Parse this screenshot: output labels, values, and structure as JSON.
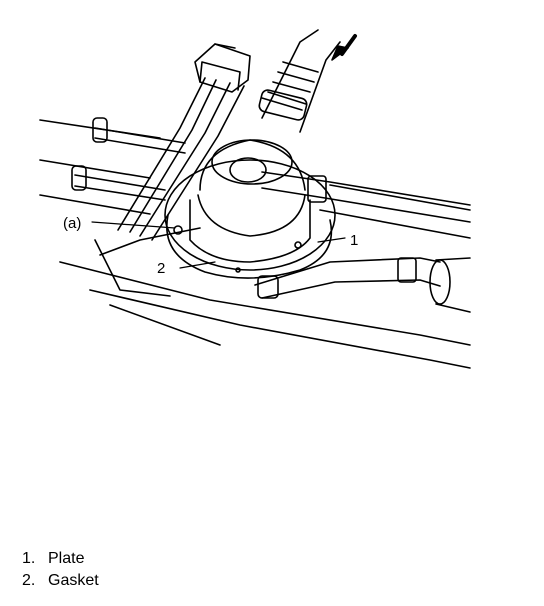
{
  "diagram": {
    "callouts": {
      "a": "(a)",
      "one": "1",
      "two": "2"
    }
  },
  "legend": {
    "items": [
      {
        "number": "1.",
        "label": "Plate"
      },
      {
        "number": "2.",
        "label": "Gasket"
      }
    ]
  }
}
